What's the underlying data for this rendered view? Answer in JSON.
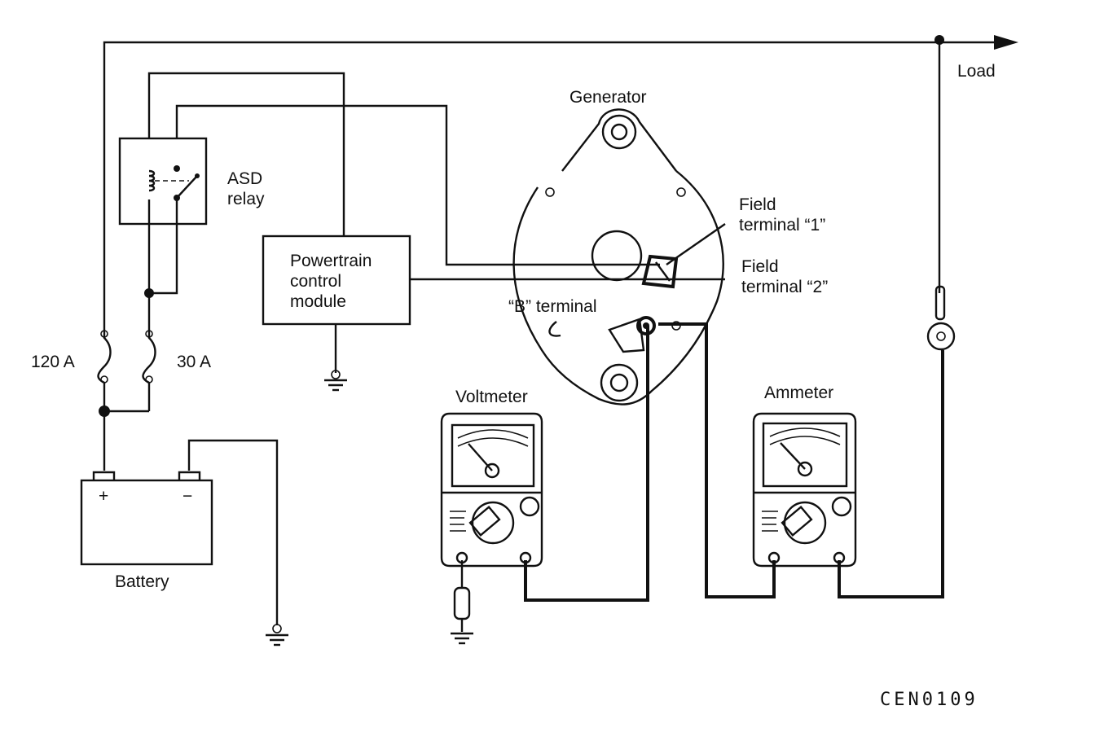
{
  "labels": {
    "load": "Load",
    "generator": "Generator",
    "asd_line1": "ASD",
    "asd_line2": "relay",
    "field1_line1": "Field",
    "field1_line2": "terminal “1”",
    "field2_line1": "Field",
    "field2_line2": "terminal “2”",
    "pcm_line1": "Powertrain",
    "pcm_line2": "control",
    "pcm_line3": "module",
    "b_terminal": "“B”  terminal",
    "fuse_120": "120 A",
    "fuse_30": "30 A",
    "voltmeter": "Voltmeter",
    "ammeter": "Ammeter",
    "battery": "Battery",
    "battery_plus": "+",
    "battery_minus": "−",
    "figure_code": "CEN0109"
  }
}
